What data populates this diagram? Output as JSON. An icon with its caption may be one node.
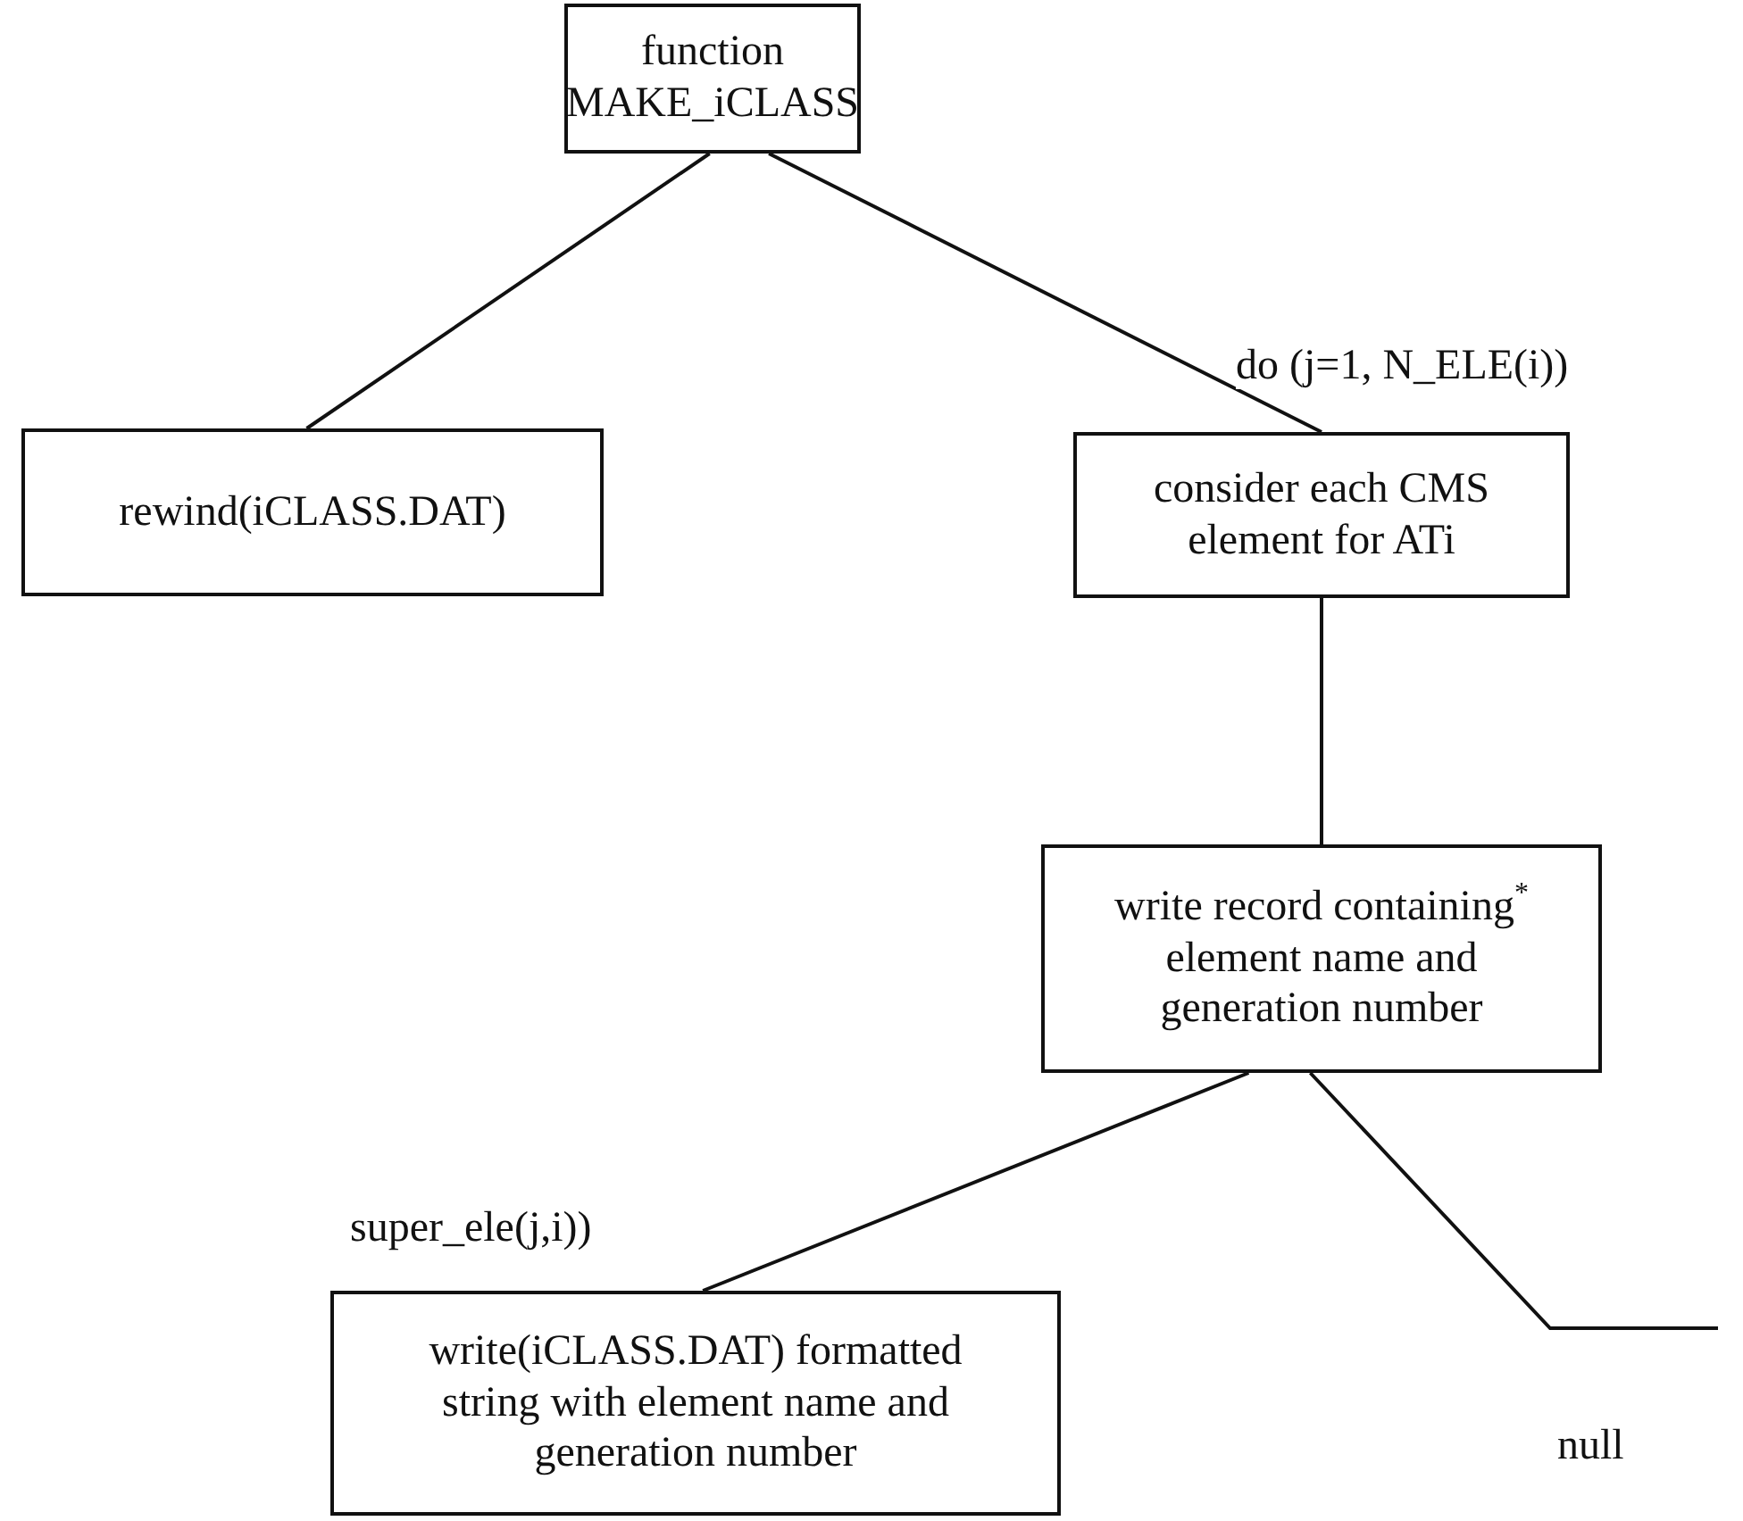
{
  "diagram": {
    "nodes": [
      {
        "text": [
          "function MAKE_iCLASS"
        ]
      },
      {
        "text": [
          "rewind(iCLASS.DAT)"
        ]
      },
      {
        "text": [
          "consider each CMS element for ATi"
        ]
      },
      {
        "text": [
          "write record containing$^{*}$ element name and generation number"
        ]
      },
      {
        "text": [
          "write(iCLASS.DAT) formatted string with element name and generation number"
        ]
      },
      {
        "text": [
          "null"
        ]
      }
    ],
    "edges": [
      {
        "from": 0,
        "to": 1,
        "arrow": "none"
      },
      {
        "from": 0,
        "to": 2,
        "arrow": "none",
        "label": "do (j=1, N_ELE(i))"
      },
      {
        "from": 2,
        "to": 3,
        "arrow": "none"
      },
      {
        "from": 3,
        "to": 4,
        "arrow": "none",
        "label": "super_ele(j,i))"
      },
      {
        "from": 3,
        "to": 5,
        "arrow": "none"
      }
    ]
  }
}
